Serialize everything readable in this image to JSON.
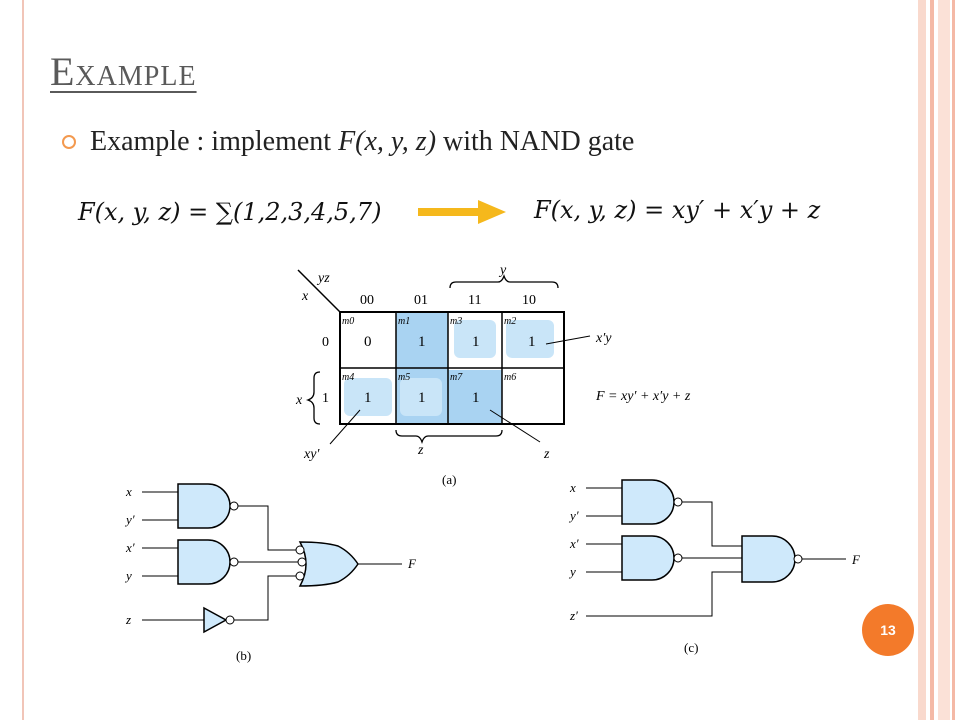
{
  "slide": {
    "title": "Example",
    "bullet_prefix": "Example : implement ",
    "bullet_func": "F",
    "bullet_args": "(x, y, z)",
    "bullet_suffix": " with NAND gate",
    "formula_left": "F(x, y, z) = ∑(1,2,3,4,5,7)",
    "formula_right": "F(x, y, z) = xy′ + x′y + z",
    "page_number": "13"
  },
  "kmap": {
    "corner_top": "yz",
    "corner_left": "x",
    "col_headers": [
      "00",
      "01",
      "11",
      "10"
    ],
    "row_headers": [
      "0",
      "1"
    ],
    "minterms": [
      [
        "m0",
        "m1",
        "m3",
        "m2"
      ],
      [
        "m4",
        "m5",
        "m7",
        "m6"
      ]
    ],
    "cells": [
      [
        "0",
        "1",
        "1",
        "1"
      ],
      [
        "1",
        "1",
        "1",
        ""
      ]
    ],
    "y_label": "y",
    "x_label": "x",
    "z_label": "z",
    "label_xpy": "x′y",
    "label_xyp": "xy′",
    "label_z": "z",
    "equation": "F = xy′ + x′y + z",
    "caption": "(a)"
  },
  "circuit_b": {
    "inputs": [
      "x",
      "y′",
      "x′",
      "y",
      "z"
    ],
    "output": "F",
    "caption": "(b)"
  },
  "circuit_c": {
    "inputs": [
      "x",
      "y′",
      "x′",
      "y",
      "z′"
    ],
    "output": "F",
    "caption": "(c)"
  },
  "colors": {
    "accent": "#f37a2a",
    "stripe": "#f6c8b8",
    "cell_fill": "#a9d3f2",
    "gate_fill": "#cfe9fb"
  }
}
